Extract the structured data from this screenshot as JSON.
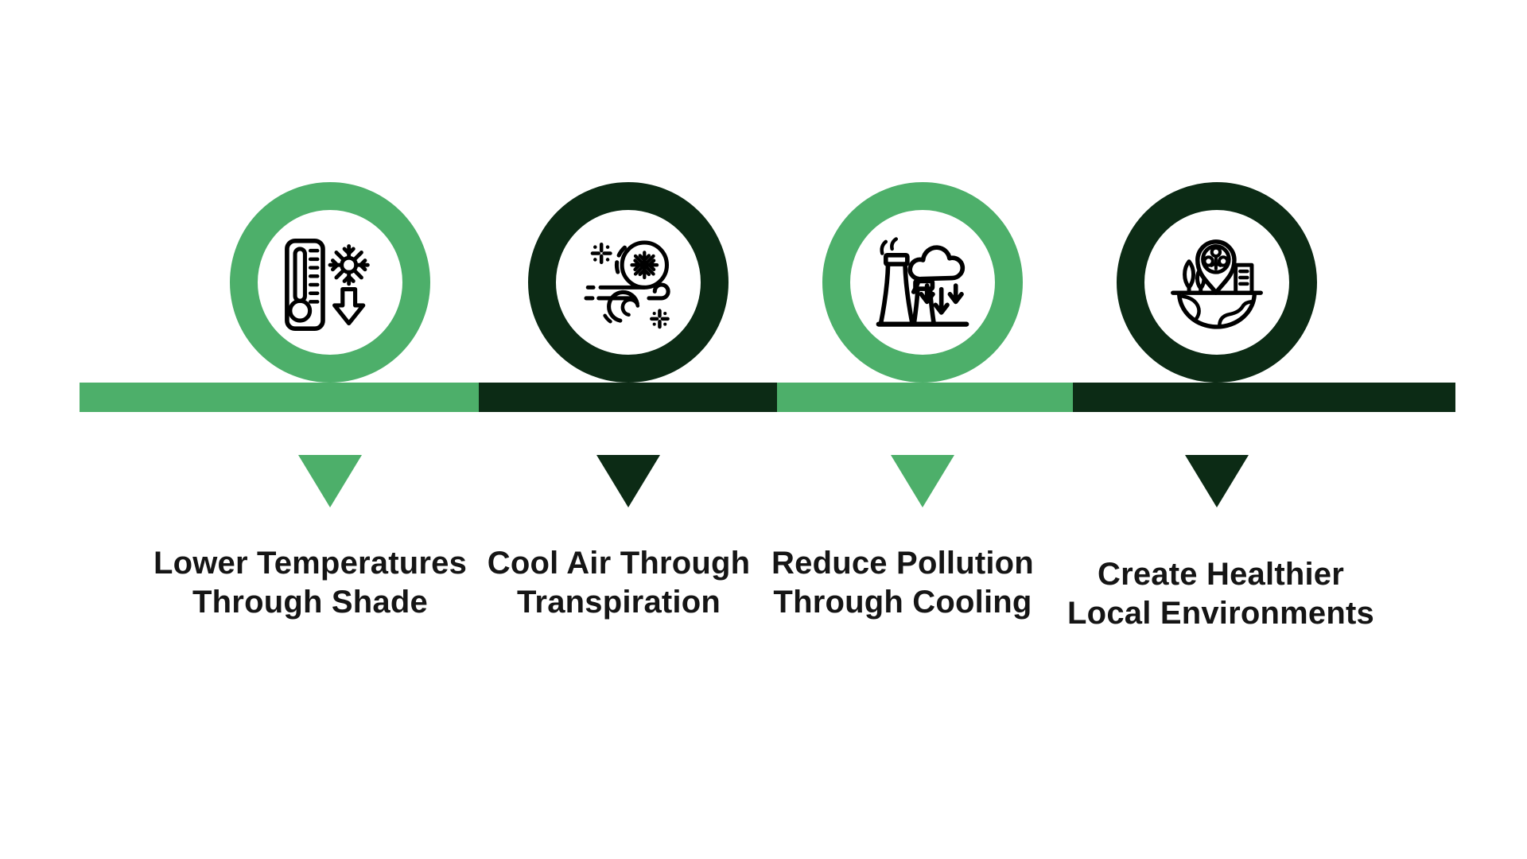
{
  "colors": {
    "green": "#4DAF6A",
    "dark_green": "#0C2B15",
    "text": "#151515",
    "background": "#FFFFFF",
    "icon_stroke": "#000000"
  },
  "timeline": {
    "bar_segment_count": 4,
    "nodes": [
      {
        "color": "green",
        "icon": "thermometer-snowflake-icon",
        "label_line1": "Lower Temperatures",
        "label_line2": "Through Shade"
      },
      {
        "color": "dark_green",
        "icon": "cold-wind-transpiration-icon",
        "label_line1": "Cool Air Through",
        "label_line2": "Transpiration"
      },
      {
        "color": "green",
        "icon": "factory-pollution-cloud-icon",
        "label_line1": "Reduce Pollution",
        "label_line2": "Through Cooling"
      },
      {
        "color": "dark_green",
        "icon": "earth-location-pin-icon",
        "label_line1": "Create Healthier",
        "label_line2": "Local Environments"
      }
    ]
  }
}
